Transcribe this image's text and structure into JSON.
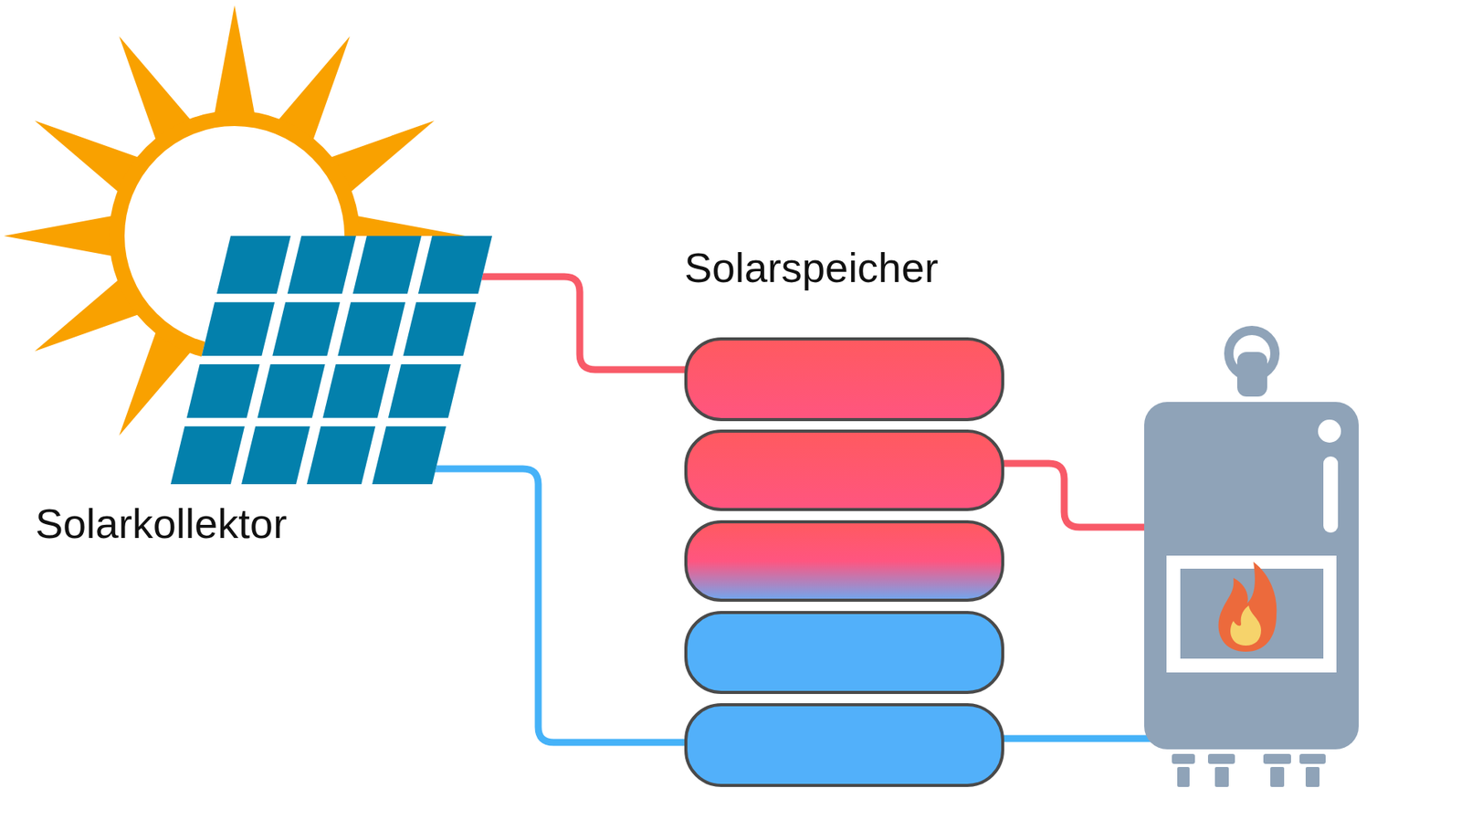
{
  "diagram": {
    "nodes": [
      {
        "text": [
          "Solarkollektor"
        ]
      },
      {
        "text": [
          "Solarspeicher"
        ]
      }
    ],
    "edges": [
      {
        "from": 0,
        "to": 1,
        "arrow": "none"
      },
      {
        "from": 0,
        "to": 1,
        "arrow": "none"
      }
    ]
  }
}
